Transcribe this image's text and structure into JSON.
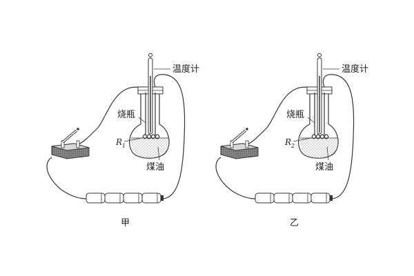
{
  "labels": {
    "thermometer": "温度计",
    "flask": "烧瓶",
    "kerosene": "煤油"
  },
  "setups": [
    {
      "caption": "甲",
      "resistor_letter": "R",
      "resistor_sub": "1"
    },
    {
      "caption": "乙",
      "resistor_letter": "R",
      "resistor_sub": "2"
    }
  ],
  "colors": {
    "line": "#333333",
    "wood_base": "#6e6e6e",
    "kerosene_dots": "#777777"
  }
}
